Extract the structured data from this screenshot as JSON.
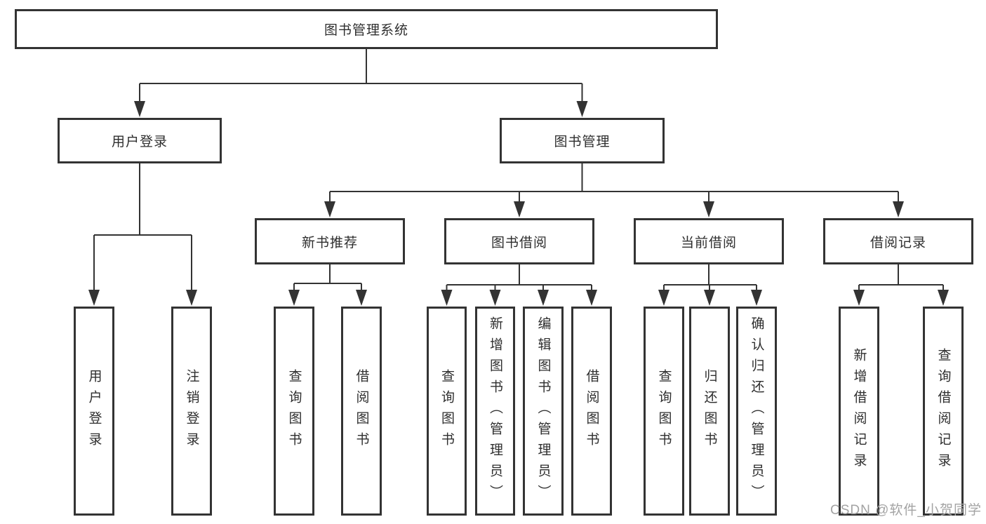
{
  "diagram": {
    "title": "图书管理系统",
    "type": "hierarchy-tree",
    "watermark": "CSDN @软件_小贺同学",
    "colors": {
      "line": "#333333",
      "border": "#333333",
      "background": "#ffffff",
      "text": "#2e2e2e",
      "watermark": "#a3a3a3"
    },
    "nodes": [
      {
        "id": "root",
        "label": "图书管理系统",
        "level": 1,
        "parent": null,
        "text_direction": "horizontal"
      },
      {
        "id": "user-login",
        "label": "用户登录",
        "level": 2,
        "parent": "root",
        "text_direction": "horizontal"
      },
      {
        "id": "book-mgmt",
        "label": "图书管理",
        "level": 2,
        "parent": "root",
        "text_direction": "horizontal"
      },
      {
        "id": "leaf-user-login",
        "label": "用户登录",
        "level": 3,
        "parent": "user-login",
        "text_direction": "vertical"
      },
      {
        "id": "leaf-logout",
        "label": "注销登录",
        "level": 3,
        "parent": "user-login",
        "text_direction": "vertical"
      },
      {
        "id": "new-book-rec",
        "label": "新书推荐",
        "level": 3,
        "parent": "book-mgmt",
        "text_direction": "horizontal"
      },
      {
        "id": "book-borrow",
        "label": "图书借阅",
        "level": 3,
        "parent": "book-mgmt",
        "text_direction": "horizontal"
      },
      {
        "id": "current-borrow",
        "label": "当前借阅",
        "level": 3,
        "parent": "book-mgmt",
        "text_direction": "horizontal"
      },
      {
        "id": "borrow-records",
        "label": "借阅记录",
        "level": 3,
        "parent": "book-mgmt",
        "text_direction": "horizontal"
      },
      {
        "id": "nb-query",
        "label": "查询图书",
        "level": 4,
        "parent": "new-book-rec",
        "text_direction": "vertical"
      },
      {
        "id": "nb-borrow",
        "label": "借阅图书",
        "level": 4,
        "parent": "new-book-rec",
        "text_direction": "vertical"
      },
      {
        "id": "bb-query",
        "label": "查询图书",
        "level": 4,
        "parent": "book-borrow",
        "text_direction": "vertical"
      },
      {
        "id": "bb-add",
        "label": "新增图书（管理员）",
        "level": 4,
        "parent": "book-borrow",
        "text_direction": "vertical"
      },
      {
        "id": "bb-edit",
        "label": "编辑图书（管理员）",
        "level": 4,
        "parent": "book-borrow",
        "text_direction": "vertical"
      },
      {
        "id": "bb-borrow",
        "label": "借阅图书",
        "level": 4,
        "parent": "book-borrow",
        "text_direction": "vertical"
      },
      {
        "id": "cb-query",
        "label": "查询图书",
        "level": 4,
        "parent": "current-borrow",
        "text_direction": "vertical"
      },
      {
        "id": "cb-return",
        "label": "归还图书",
        "level": 4,
        "parent": "current-borrow",
        "text_direction": "vertical"
      },
      {
        "id": "cb-confirm",
        "label": "确认归还（管理员）",
        "level": 4,
        "parent": "current-borrow",
        "text_direction": "vertical"
      },
      {
        "id": "br-add",
        "label": "新增借阅记录",
        "level": 4,
        "parent": "borrow-records",
        "text_direction": "vertical"
      },
      {
        "id": "br-query",
        "label": "查询借阅记录",
        "level": 4,
        "parent": "borrow-records",
        "text_direction": "vertical"
      }
    ]
  }
}
